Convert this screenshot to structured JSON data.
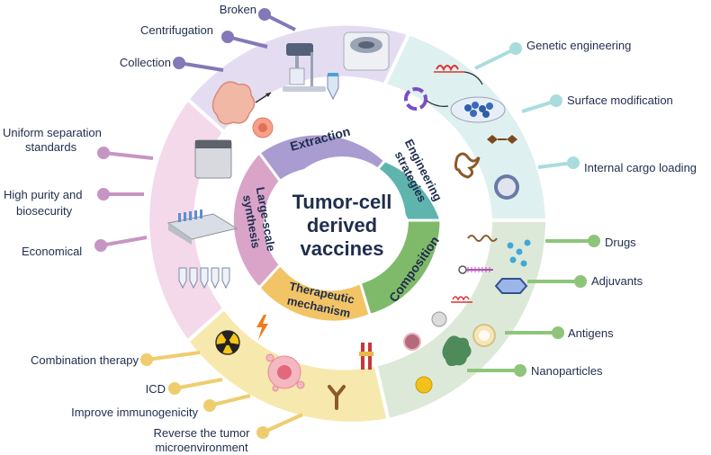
{
  "center": {
    "line1": "Tumor-cell",
    "line2": "derived",
    "line3": "vaccines"
  },
  "inner_ring": {
    "extraction": "Extraction",
    "engineering": [
      "Engineering",
      "strategies"
    ],
    "composition": "Composition",
    "therapeutic": [
      "Therapeutic",
      "mechanism"
    ],
    "large_scale": [
      "Large-scale",
      "synthesis"
    ]
  },
  "labels": {
    "extraction": [
      "Broken",
      "Centrifugation",
      "Collection"
    ],
    "engineering": [
      "Genetic engineering",
      "Surface modification",
      "Internal cargo loading"
    ],
    "composition": [
      "Drugs",
      "Adjuvants",
      "Antigens",
      "Nanoparticles"
    ],
    "therapeutic": [
      "Combination therapy",
      "ICD",
      "Improve immunogenicity",
      "Reverse the tumor",
      "microenvironment"
    ],
    "large_scale": [
      "Uniform separation",
      "standards",
      "High purity and",
      "biosecurity",
      "Economical"
    ]
  },
  "colors": {
    "extraction": "#e4ddf1",
    "extraction_inner": "#a99cd1",
    "extraction_line": "#8478b8",
    "engineering": "#dff0f0",
    "engineering_inner": "#5fb5ad",
    "engineering_line": "#a9dcdc",
    "composition": "#dde9d8",
    "composition_inner": "#7fba6a",
    "composition_line": "#8ec57a",
    "therapeutic": "#f7e8ad",
    "therapeutic_inner": "#f2c465",
    "therapeutic_line": "#efcd6f",
    "large_scale": "#f3d9ea",
    "large_scale_inner": "#d9a4c8",
    "large_scale_line": "#c795c4",
    "text": "#1f2d4d"
  }
}
